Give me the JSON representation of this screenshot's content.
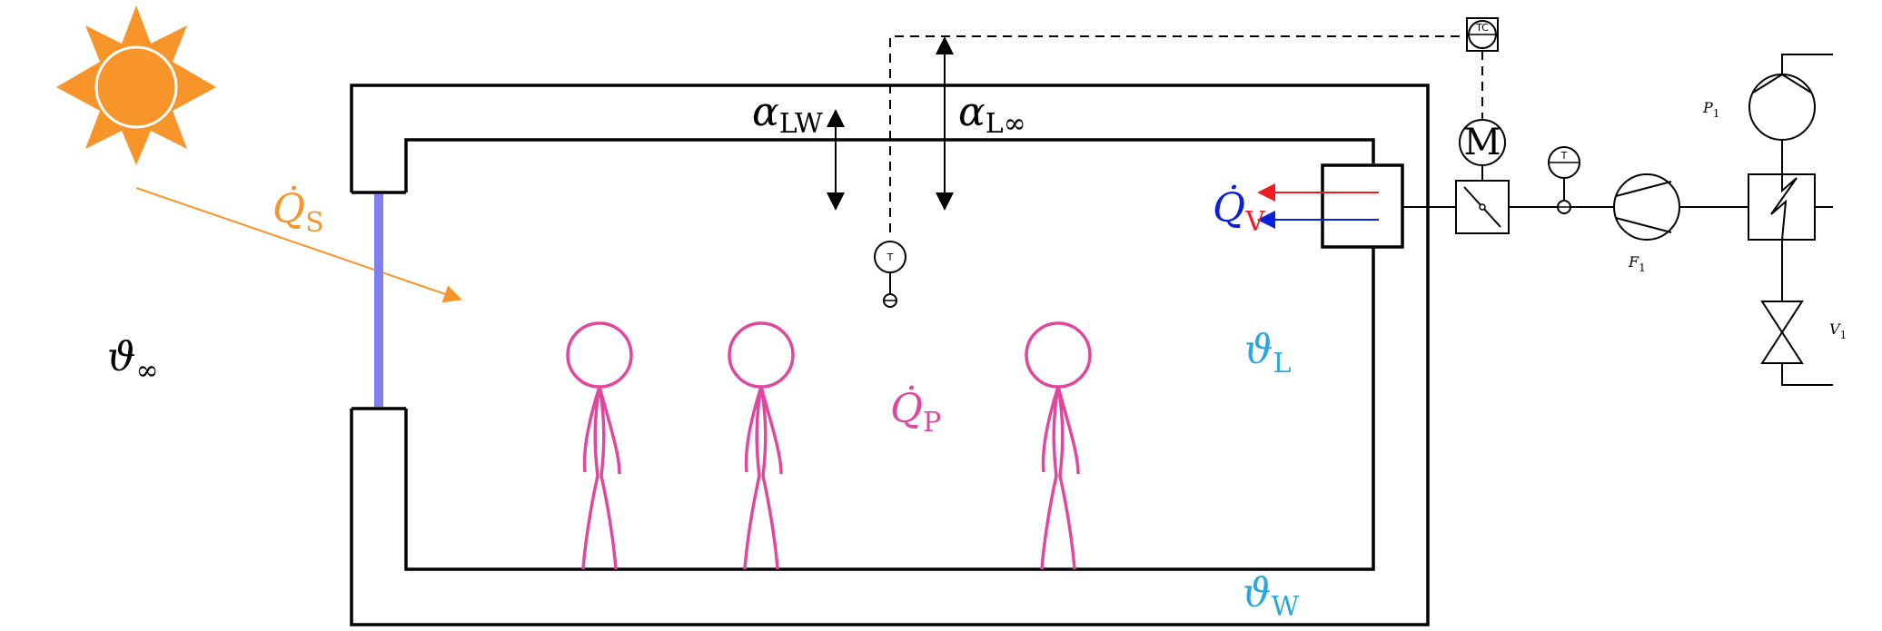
{
  "colors": {
    "sun": "#f7952a",
    "heat_gain": "#f7952a",
    "people": "#e0479e",
    "temperature": "#2aa7e0",
    "window": "#7f7ff2",
    "hot": "#ef1c24",
    "cold": "#0a21d9",
    "line": "#000000"
  },
  "labels": {
    "theta_inf": {
      "main": "ϑ",
      "sub": "∞"
    },
    "q_sun": {
      "main": "Q̇",
      "sub": "S"
    },
    "alpha_lw": {
      "main": "α",
      "sub": "LW"
    },
    "alpha_linf": {
      "main": "α",
      "sub": "L∞"
    },
    "q_v": {
      "main": "Q̇",
      "sub": "V"
    },
    "q_p": {
      "main": "Q̇",
      "sub": "P"
    },
    "theta_l": {
      "main": "ϑ",
      "sub": "L"
    },
    "theta_w": {
      "main": "ϑ",
      "sub": "W"
    },
    "p1": {
      "main": "P",
      "sub": "1"
    },
    "f1": {
      "main": "F",
      "sub": "1"
    },
    "v1": {
      "main": "V",
      "sub": "1"
    }
  },
  "instruments": {
    "motor": "M",
    "controller": "TC",
    "temp_sensor_room": "T",
    "temp_sensor_pipe": "T"
  },
  "people_count": 3,
  "icons": [
    "sun-icon",
    "person-icon",
    "pump-icon",
    "fan-icon",
    "valve-icon",
    "heat-exchanger-icon",
    "damper-icon"
  ]
}
